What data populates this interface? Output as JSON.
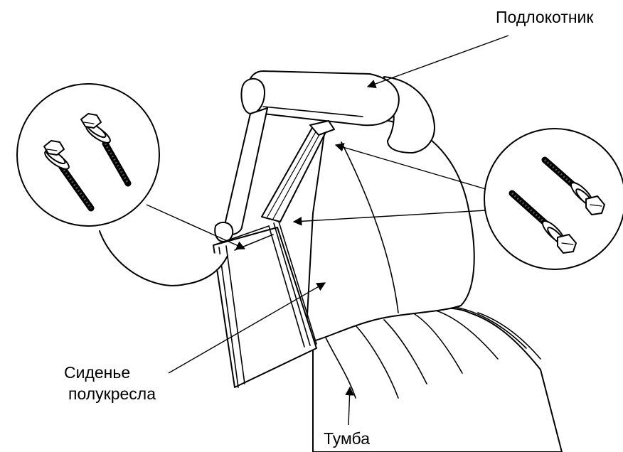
{
  "labels": {
    "armrest": "Подлокотник",
    "seat_line1": "Сиденье",
    "seat_line2": "полукресла",
    "base": "Тумба"
  },
  "colors": {
    "line": "#000000",
    "background": "#ffffff"
  },
  "icons": {
    "left_callout": "bolt-with-washer-pair-icon",
    "right_callout": "bolt-with-washer-pair-icon"
  }
}
